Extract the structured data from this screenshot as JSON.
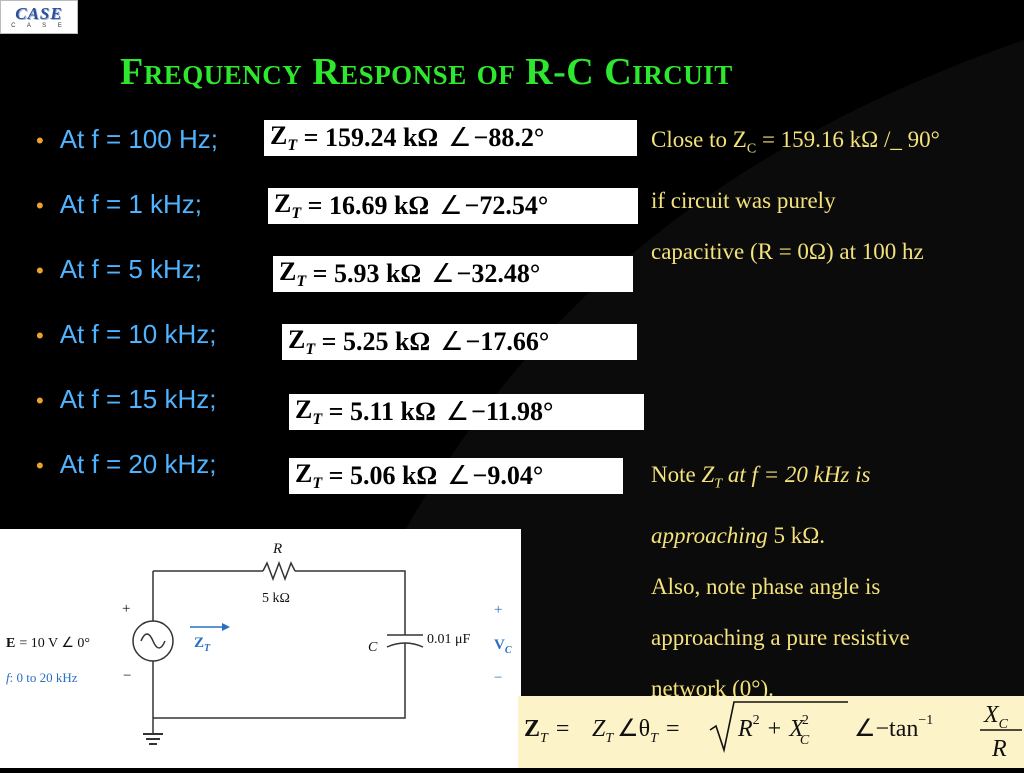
{
  "logo": {
    "main": "CASE",
    "sub": "C A S E"
  },
  "title": "Frequency Response of R-C Circuit",
  "bullets": [
    {
      "label": "At f = 100 Hz;",
      "zt": "Z",
      "zt_sub": "T",
      "eq": "=",
      "mag": "159.24 kΩ",
      "angle_sym": "∠",
      "phase": "−88.2°"
    },
    {
      "label": "At f = 1 kHz;",
      "zt": "Z",
      "zt_sub": "T",
      "eq": "=",
      "mag": "16.69 kΩ",
      "angle_sym": "∠",
      "phase": "−72.54°"
    },
    {
      "label": "At f = 5 kHz;",
      "zt": "Z",
      "zt_sub": "T",
      "eq": "=",
      "mag": "5.93 kΩ",
      "angle_sym": "∠",
      "phase": "−32.48°"
    },
    {
      "label": "At f = 10 kHz;",
      "zt": "Z",
      "zt_sub": "T",
      "eq": "=",
      "mag": "5.25 kΩ",
      "angle_sym": "∠",
      "phase": "−17.66°"
    },
    {
      "label": "At f = 15 kHz;",
      "zt": "Z",
      "zt_sub": "T",
      "eq": "=",
      "mag": "5.11 kΩ",
      "angle_sym": "∠",
      "phase": "−11.98°"
    },
    {
      "label": "At f = 20 kHz;",
      "zt": "Z",
      "zt_sub": "T",
      "eq": "=",
      "mag": "5.06 kΩ",
      "angle_sym": "∠",
      "phase": "−9.04°"
    }
  ],
  "note_top": {
    "l1_pre": "Close to Z",
    "l1_sub": "C",
    "l1_post": " = 159.16 kΩ /_ 90°",
    "l2": "if circuit was purely",
    "l3": "capacitive (R = 0Ω) at 100 hz"
  },
  "note_bottom": {
    "l1_a": "Note ",
    "l1_b": "Z",
    "l1_sub": "T",
    "l1_c": " at f = 20 kHz is",
    "l2_a": "approaching",
    "l2_b": " 5 kΩ.",
    "l3": "Also, note phase angle is",
    "l4": "approaching a pure resistive",
    "l5": "network (0°)."
  },
  "circuit": {
    "r_label": "R",
    "r_value": "5 kΩ",
    "c_label": "C",
    "c_value": "0.01 μF",
    "src_plus": "+",
    "src_minus": "−",
    "e_label": "E",
    "e_value": "=  10 V ∠ 0°",
    "f_label": "f",
    "f_value": ": 0 to 20 kHz",
    "zt_label": "Z",
    "zt_sub": "T",
    "vc_plus": "+",
    "vc_minus": "−",
    "vc_label": "V",
    "vc_sub": "C",
    "colors": {
      "wire": "#333333",
      "blue": "#2a6fc0"
    }
  },
  "formula": {
    "zt": "Z",
    "zt_sub": "T",
    "eq1": "=",
    "zt2": "Z",
    "zt2_sub": "T",
    "angle": "∠θ",
    "theta_sub": "T",
    "eq2": "=",
    "r": "R",
    "r_sup": "2",
    "plus": "+",
    "xc": "X",
    "xc_sub": "C",
    "xc_sup": "2",
    "angle2": "∠−tan",
    "inv": "−1",
    "num": "X",
    "num_sub": "C",
    "den": "R"
  },
  "colors": {
    "background": "#000000",
    "title": "#2ee82e",
    "bullet_text": "#4fb3ff",
    "bullet_dot": "#f0a030",
    "note_text": "#f4e27a",
    "formula_bg": "#fdf3c8"
  }
}
